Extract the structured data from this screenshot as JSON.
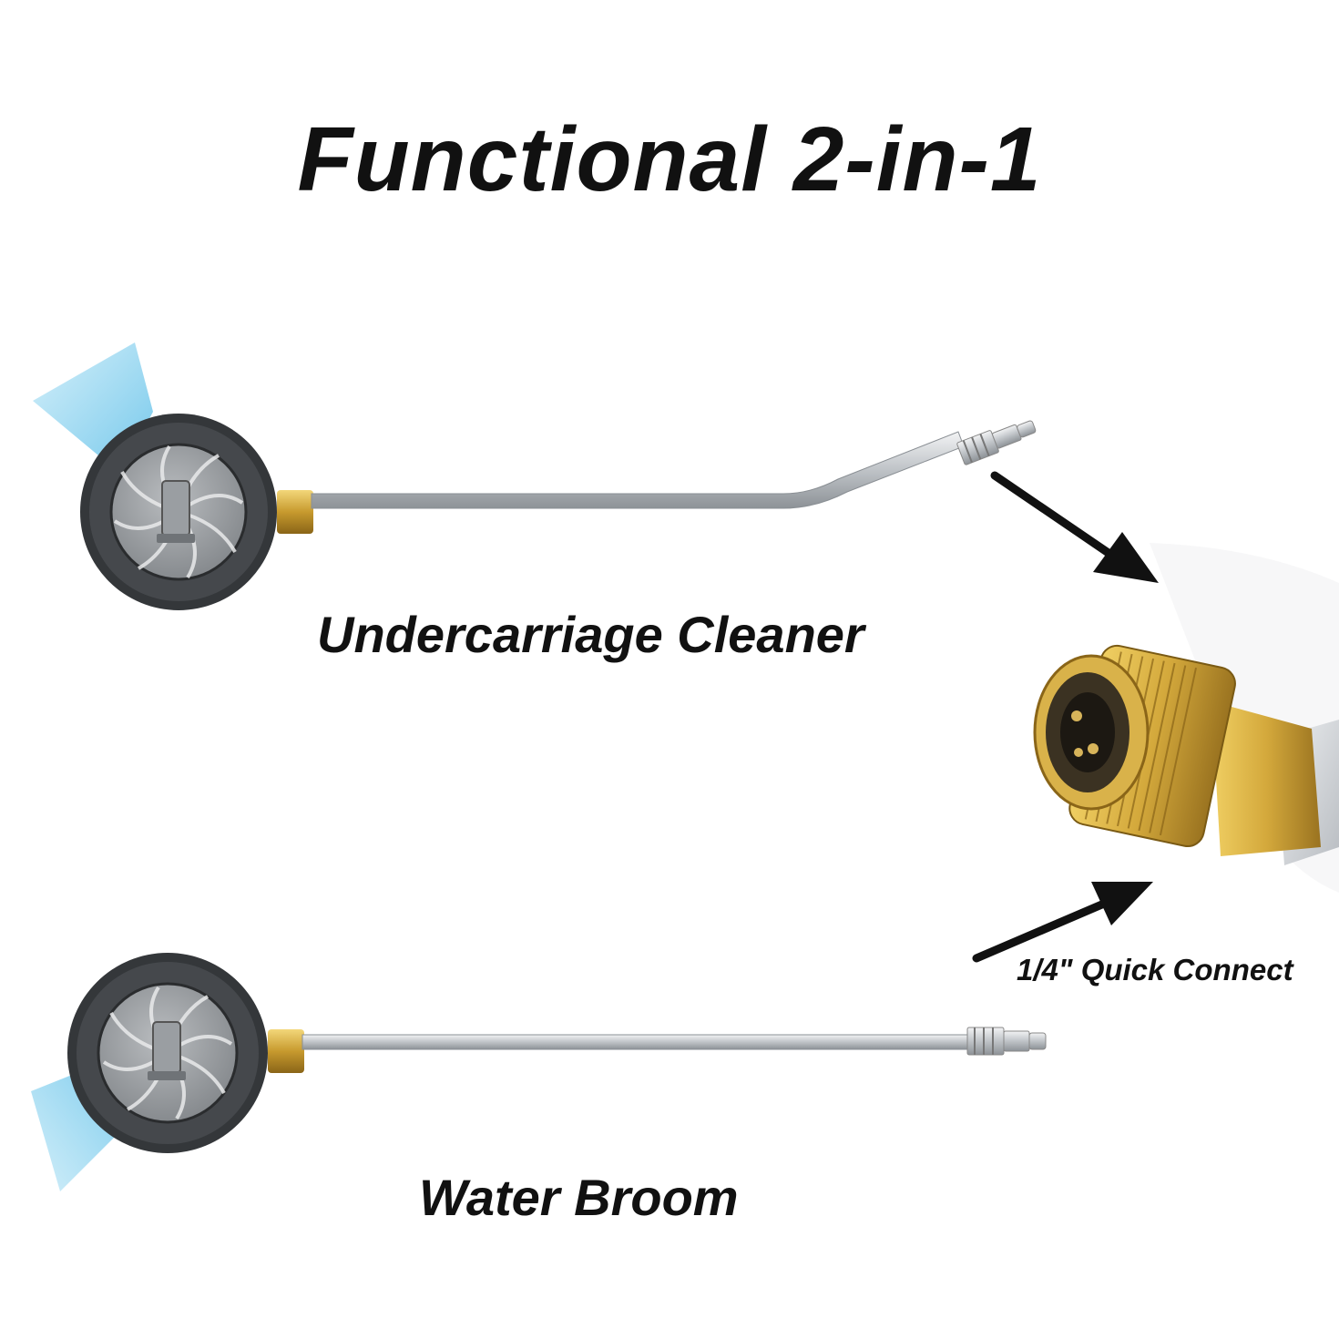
{
  "title": "Functional 2-in-1",
  "labels": {
    "undercarriage": "Undercarriage Cleaner",
    "broom": "Water Broom",
    "quick_connect": "1/4\" Quick Connect"
  },
  "colors": {
    "spray": "#8fd3ee",
    "rubber": "#3a3d40",
    "steel": "#c9cdd1",
    "brass": "#c9a23a",
    "text": "#111111"
  }
}
